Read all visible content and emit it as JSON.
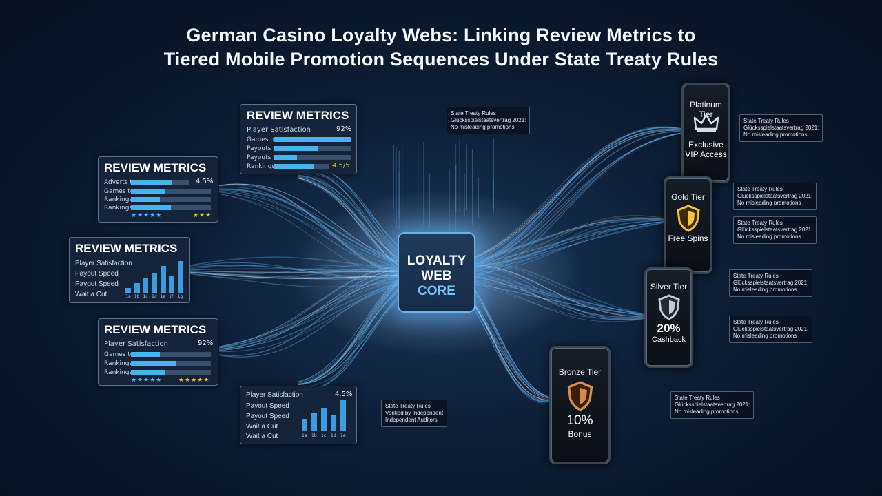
{
  "title_line1": "German Casino Loyalty Webs: Linking Review Metrics to",
  "title_line2": "Tiered Mobile Promotion Sequences Under State Treaty Rules",
  "core": {
    "line1": "LOYALTY",
    "line2": "WEB",
    "line3": "CORE"
  },
  "panel_top": {
    "heading": "REVIEW METRICS",
    "rows": [
      {
        "label": "Player Satisfaction",
        "value": "92%"
      },
      {
        "label": "Games to",
        "fill": 1.0
      },
      {
        "label": "Payouts",
        "fill": 0.57
      },
      {
        "label": "Payouts",
        "fill": 0.3
      },
      {
        "label": "Rankings",
        "fill": 0.74,
        "value": "4.5/5"
      }
    ]
  },
  "panel_a": {
    "heading": "REVIEW METRICS",
    "rows": [
      {
        "label": "Adverts to",
        "fill": 0.7,
        "value": "4.5%"
      },
      {
        "label": "Games to",
        "fill": 0.42
      },
      {
        "label": "Rankings",
        "fill": 0.36
      },
      {
        "label": "Rankings",
        "fill": 0.5
      }
    ],
    "stars_blue": "★★★★★",
    "stars_gold": "★★★"
  },
  "panel_b": {
    "heading": "REVIEW METRICS",
    "labels": [
      "Player Satisfaction",
      "Payout Speed",
      "Payout Speed",
      "Wait a Cut"
    ],
    "bars": [
      0.15,
      0.3,
      0.45,
      0.6,
      0.85,
      0.55,
      1.0
    ],
    "ticks": [
      "1a",
      "1b",
      "1c",
      "1d",
      "1e",
      "1f",
      "1g"
    ]
  },
  "panel_c": {
    "heading": "REVIEW METRICS",
    "rows": [
      {
        "label": "Player Satisfaction",
        "value": "92%"
      },
      {
        "label": "Games to",
        "fill": 0.36
      },
      {
        "label": "Rankings",
        "fill": 0.56
      },
      {
        "label": "Rankings",
        "fill": 0.42
      }
    ],
    "stars_blue": "★★★★★",
    "stars_gold": "★★★★★"
  },
  "panel_d": {
    "labels": [
      "Player Satisfaction",
      "Payout Speed",
      "Payout Speed",
      "Wait a Cut",
      "Wait a Cut"
    ],
    "value": "4.5%",
    "bars": [
      0.38,
      0.6,
      0.75,
      0.52,
      1.0
    ],
    "ticks": [
      "1a",
      "1b",
      "1c",
      "1d",
      "1e"
    ]
  },
  "tiers": [
    {
      "name": "Platinum Tier",
      "line1": "Exclusive",
      "line2": "VIP Access",
      "accent": "#c9d2de"
    },
    {
      "name": "Gold Tier",
      "line1": "Free Spins",
      "line2": "",
      "accent": "#e8b024"
    },
    {
      "name": "Silver Tier",
      "line1": "20%",
      "line2": "Cashback",
      "accent": "#aeb8c6"
    },
    {
      "name": "Bronze Tier",
      "line1": "10%",
      "line2": "Bonus",
      "accent": "#c97a3c"
    }
  ],
  "notes": {
    "top_center": [
      "State Treaty Rules",
      "Glücksspielstaatsvertrag 2021:",
      "No misleading promotions"
    ],
    "platinum": [
      "State Treaty Rules",
      "Glücksspielstaatsvertrag 2021:",
      "No misleading promotions"
    ],
    "gold_a": [
      "State Treaty Rules",
      "Glücksspielstaatsvertrag 2021:",
      "No misleading promotions"
    ],
    "gold_b": [
      "State Treaty Rules",
      "Glücksspielstaatsvertrag 2021:",
      "No misleading promotions"
    ],
    "silver_a": [
      "State Treaty Rules",
      "Glücksspielstaatsvertrag 2021:",
      "No misleading promotions"
    ],
    "silver_b": [
      "State Treaty Rules",
      "Glücksspielstaatsvertrag 2021:",
      "No misleading promotions"
    ],
    "bronze": [
      "State Treaty Rules",
      "Glücksspielstaatsvertrag 2021:",
      "No misleading promotions"
    ],
    "bottom_center": [
      "State Treaty Rules",
      "Verified by Independent",
      "Independent Auditors"
    ]
  },
  "colors": {
    "accent": "#47b2f0",
    "gold": "#f4b93a",
    "background": "#0d1d33"
  }
}
